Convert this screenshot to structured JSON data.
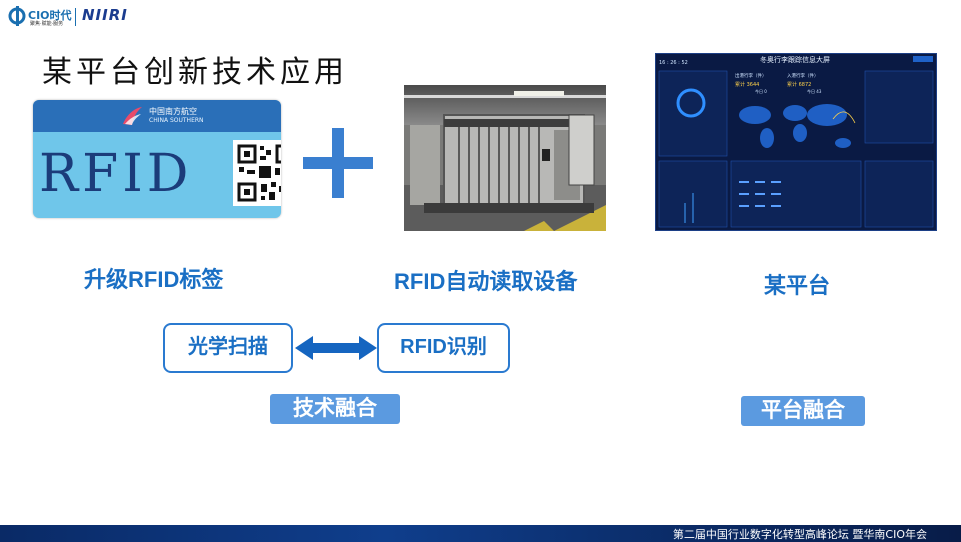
{
  "header": {
    "cio_brand": "CIO时代",
    "cio_tagline": "聚焦·赋能·服务",
    "niiri_brand": "NIIRI"
  },
  "title": "某平台创新技术应用",
  "rfid_card": {
    "airline_cn": "中国南方航空",
    "airline_en": "CHINA SOUTHERN",
    "big_text": "RFID"
  },
  "captions": {
    "rfid_tag": "升级RFID标签",
    "rfid_device": "RFID自动读取设备",
    "platform": "某平台"
  },
  "fusion": {
    "optical_scan": "光学扫描",
    "rfid_recognition": "RFID识别",
    "tech_fusion": "技术融合",
    "platform_fusion": "平台融合"
  },
  "dashboard": {
    "title": "冬奥行李跟踪信息大屏",
    "clock": "16 : 26 : 52",
    "outbound_label": "出港行李（件）",
    "inbound_label": "入港行李（件）",
    "outbound_total": "累计 3644",
    "inbound_total": "累计 6872",
    "outbound_today": "今日 0",
    "inbound_today": "今日 43"
  },
  "footer": {
    "text": "第二届中国行业数字化转型高峰论坛 暨华南CIO年会"
  },
  "colors": {
    "accent": "#1a6fc4",
    "pill": "#5b9ae0",
    "footer": "#0f3e8c"
  }
}
